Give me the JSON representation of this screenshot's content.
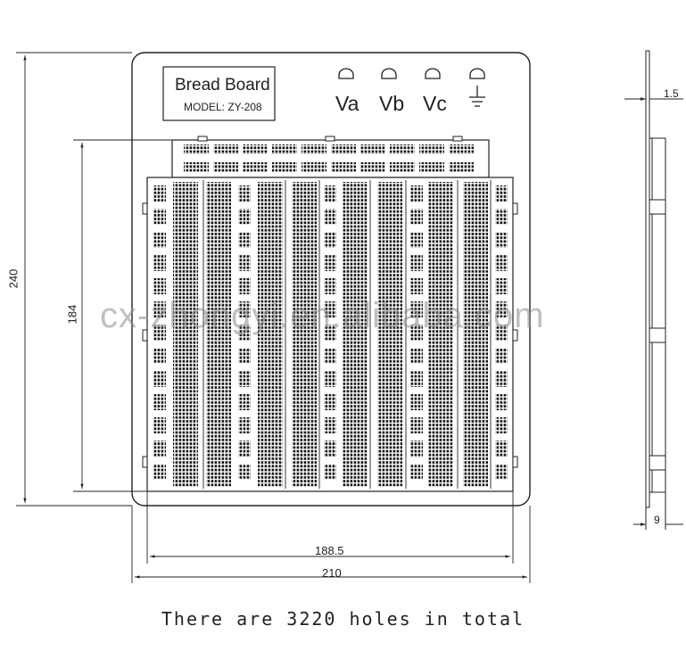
{
  "title_box": {
    "line1": "Bread Board",
    "line2": "MODEL: ZY-208"
  },
  "terminals": [
    {
      "label": "Va",
      "icon": "terminal-post-icon"
    },
    {
      "label": "Vb",
      "icon": "terminal-post-icon"
    },
    {
      "label": "Vc",
      "icon": "terminal-post-icon"
    },
    {
      "label": "",
      "icon": "ground-symbol-icon"
    }
  ],
  "dimensions": {
    "height_total": "240",
    "height_board": "184",
    "width_board": "188.5",
    "width_total": "210",
    "thickness_plate": "1.5",
    "thickness_total": "9"
  },
  "watermark": "cx-zhongyi.en.alibaba.com",
  "footer": "There are 3220 holes in total"
}
